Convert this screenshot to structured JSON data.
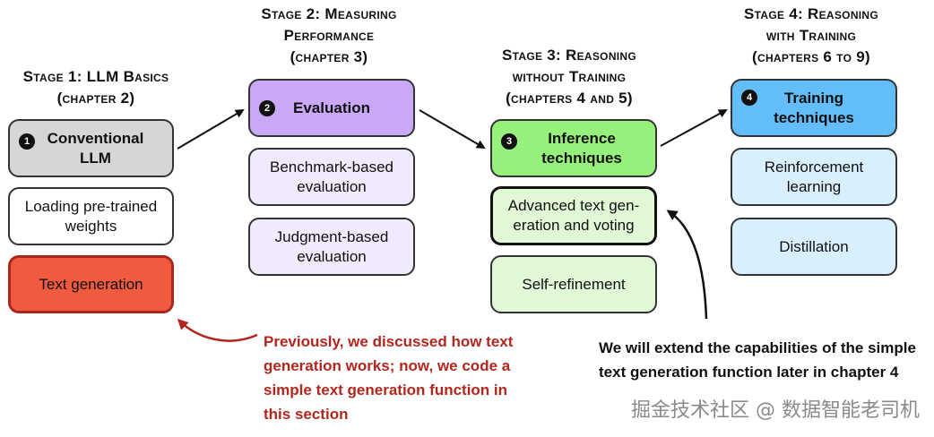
{
  "stages": [
    {
      "title": "Stage 1: LLM Basics",
      "sub": "(chapter 2)"
    },
    {
      "title_line1": "Stage 2: Measuring",
      "title_line2": "Performance",
      "sub": "(chapter 3)"
    },
    {
      "title_line1": "Stage 3: Reasoning",
      "title_line2": "without Training",
      "sub": "(chapters 4 and 5)"
    },
    {
      "title_line1": "Stage 4: Reasoning",
      "title_line2": "with Training",
      "sub": "(chapters 6 to 9)"
    }
  ],
  "boxes": {
    "s1_main_num": "1",
    "s1_main": "Conventional LLM",
    "s1_b1": "Loading pre-trained weights",
    "s1_b2": "Text generation",
    "s2_main_num": "2",
    "s2_main": "Evaluation",
    "s2_b1": "Benchmark-based evaluation",
    "s2_b2": "Judgment-based evaluation",
    "s3_main_num": "3",
    "s3_main": "Inference techniques",
    "s3_b1": "Advanced text gen-eration and voting",
    "s3_b2": "Self-refinement",
    "s4_main_num": "4",
    "s4_main": "Training techniques",
    "s4_b1": "Reinforcement learning",
    "s4_b2": "Distillation"
  },
  "notes": {
    "red": [
      "Previously, we discussed how text",
      "generation works; now, we code a",
      "simple text generation function in",
      "this section"
    ],
    "black": [
      "We will extend the capabilities of the simple",
      "text generation function later in chapter 4"
    ]
  },
  "watermark": "掘金技术社区 @ 数据智能老司机",
  "colors": {
    "gray": "#d6d6d6",
    "white": "#ffffff",
    "red": "#f05a3f",
    "red_border": "#a8281a",
    "purple": "#c9a8f5",
    "lavender": "#f1eafc",
    "green": "#96f07c",
    "lightgreen": "#e0f8d6",
    "blue": "#62bdf9",
    "lightblue": "#d8effd",
    "note_red": "#b3261e"
  }
}
